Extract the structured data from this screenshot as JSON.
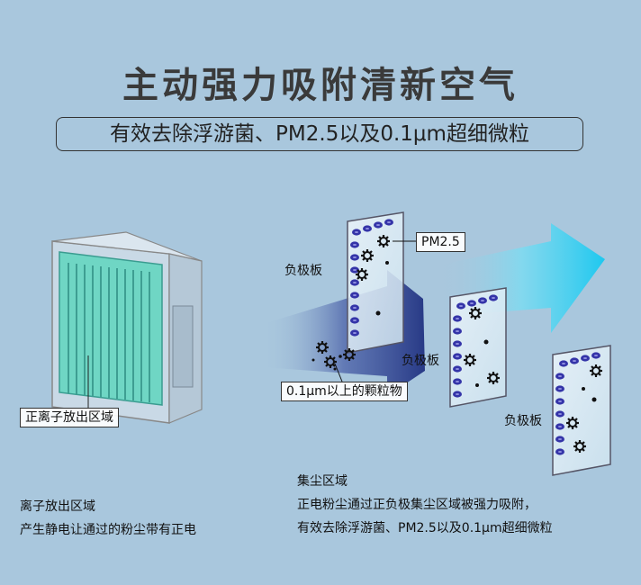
{
  "header": {
    "title": "主动强力吸附清新空气",
    "subtitle": "有效去除浮游菌、PM2.5以及0.1μm超细微粒"
  },
  "labels": {
    "pm25": "PM2.5",
    "negative_plate": "负极板",
    "particles": "0.1μm以上的颗粒物",
    "positive_ion_zone": "正离子放出区域"
  },
  "captions": {
    "left": {
      "title": "离子放出区域",
      "body": "产生静电让通过的粉尘带有正电"
    },
    "right": {
      "title": "集尘区域",
      "line1": "正电粉尘通过正负极集尘区域被强力吸附，",
      "line2": "有效去除浮游菌、PM2.5以及0.1μm超细微粒"
    }
  },
  "colors": {
    "background": "#a9c7dd",
    "filter_green": "#6fd6c4",
    "arrow_dark_blue": "#283a86",
    "arrow_cyan": "#1ec8ef",
    "plate_dot_blue": "#3434a8"
  }
}
